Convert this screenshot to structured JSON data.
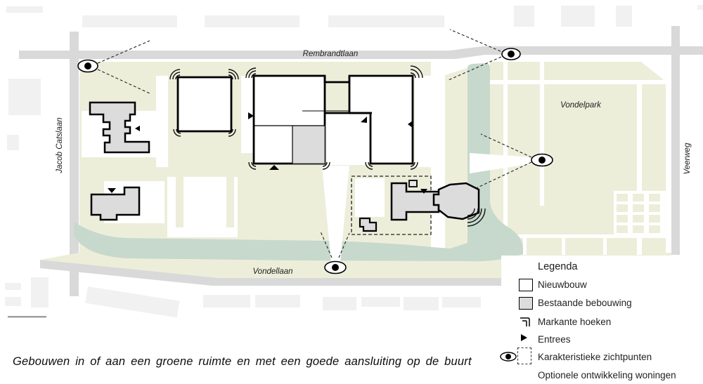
{
  "labels": {
    "rembrandtlaan": "Rembrandtlaan",
    "jacob_catslaan": "Jacob Catslaan",
    "vondellaan": "Vondellaan",
    "veerweg": "Veerweg",
    "vondelpark": "Vondelpark"
  },
  "legend": {
    "title": "Legenda",
    "items": [
      {
        "icon": "white-square-icon",
        "label": "Nieuwbouw"
      },
      {
        "icon": "gray-square-icon",
        "label": "Bestaande bebouwing"
      },
      {
        "icon": "corner-mark-icon",
        "label": "Markante hoeken"
      },
      {
        "icon": "entrance-triangle-icon",
        "label": "Entrees"
      },
      {
        "icon": "eye-icon",
        "label": "Karakteristieke zichtpunten"
      },
      {
        "icon": "dashed-box-icon",
        "label": "Optionele ontwikkeling woningen"
      }
    ]
  },
  "caption": "Gebouwen in of aan een groene ruimte en met een goede aansluiting op de buurt",
  "colors": {
    "pale_green": "#edeeda",
    "water_teal": "#c7d9cc",
    "road_gray": "#d9d9d9",
    "context_block_gray": "#f1f1f1",
    "existing_building_gray": "#dcdcdc",
    "line_black": "#111111"
  }
}
